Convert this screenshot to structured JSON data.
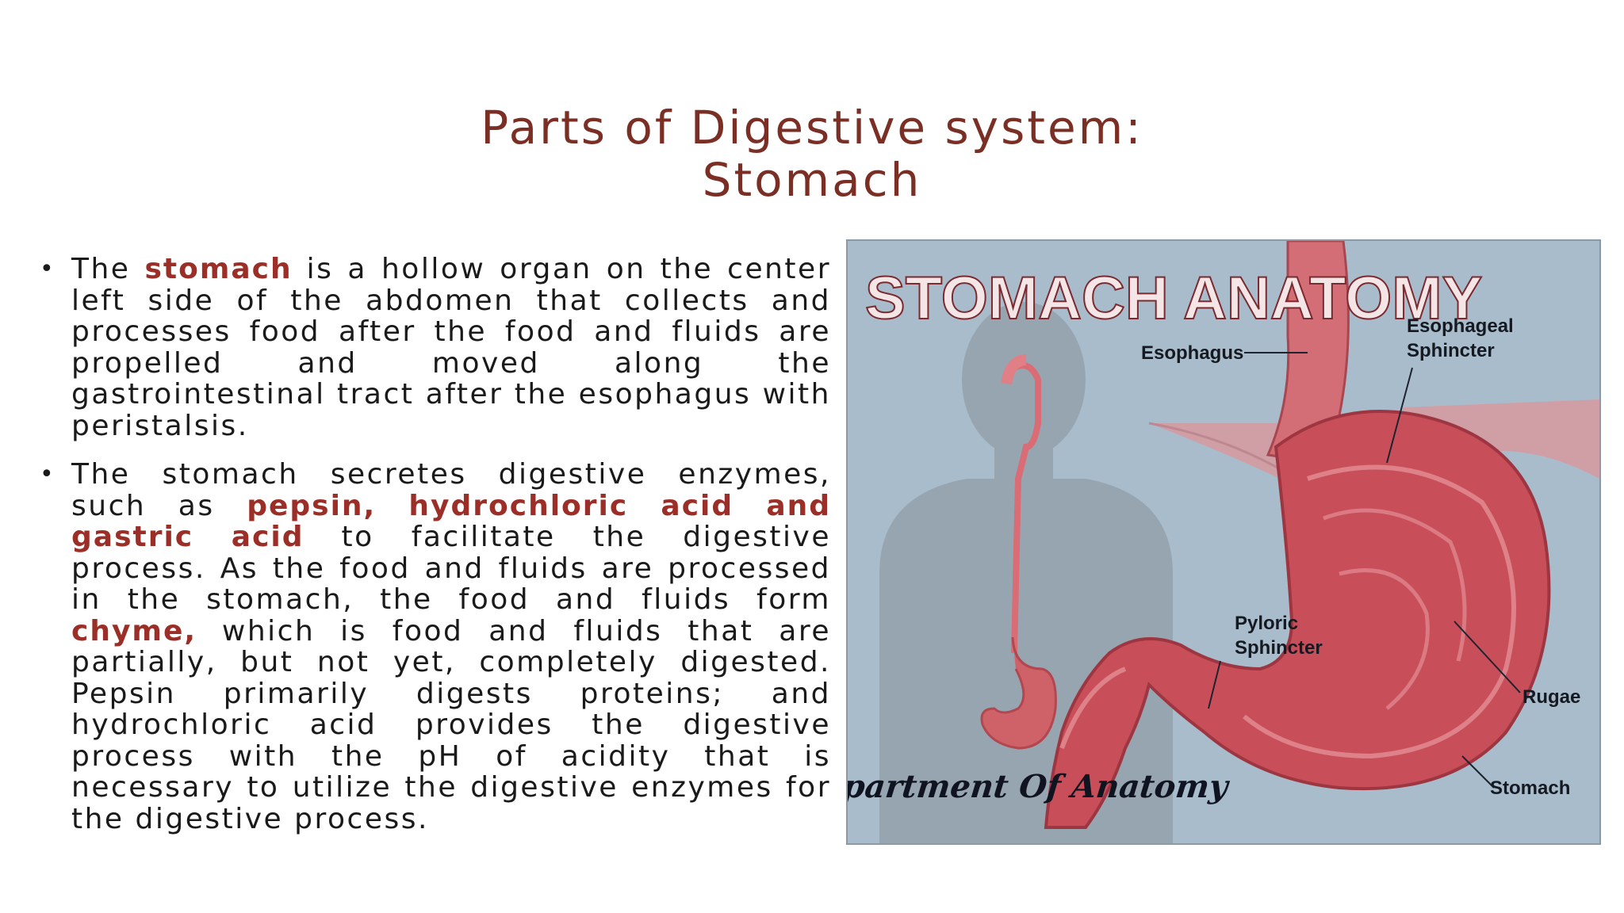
{
  "slide": {
    "title_line1": "Parts of Digestive system:",
    "title_line2": "Stomach"
  },
  "bullets": [
    {
      "parts": [
        {
          "text": "The ",
          "hl": false
        },
        {
          "text": "stomach",
          "hl": true
        },
        {
          "text": " is a hollow organ on the center left side of the abdomen that collects and processes food after the food and fluids are propelled and moved along the gastrointestinal tract after the esophagus with peristalsis.",
          "hl": false
        }
      ]
    },
    {
      "parts": [
        {
          "text": "The stomach secretes digestive enzymes, such as ",
          "hl": false
        },
        {
          "text": "pepsin, hydrochloric acid and gastric acid",
          "hl": true
        },
        {
          "text": " to facilitate the digestive process. As the food and fluids are processed in the stomach, the food and fluids form ",
          "hl": false
        },
        {
          "text": "chyme,",
          "hl": true
        },
        {
          "text": " which is food and fluids that are partially, but not yet, completely digested. Pepsin primarily digests proteins; and hydrochloric acid provides the digestive process with the pH of acidity that is necessary to utilize the digestive enzymes for the digestive process.",
          "hl": false
        }
      ]
    }
  ],
  "figure": {
    "heading": "STOMACH ANATOMY",
    "labels": {
      "esophagus": "Esophagus",
      "esophageal_sphincter_1": "Esophageal",
      "esophageal_sphincter_2": "Sphincter",
      "pyloric_sphincter_1": "Pyloric",
      "pyloric_sphincter_2": "Sphincter",
      "rugae": "Rugae",
      "stomach": "Stomach"
    },
    "watermark": "Department Of Anatomy",
    "colors": {
      "background": "#a9bccb",
      "silhouette": "#94a2ae",
      "tissue": "#c9535d",
      "tissue_light": "#e79aa0",
      "heading_text": "#f4e6e6"
    }
  }
}
